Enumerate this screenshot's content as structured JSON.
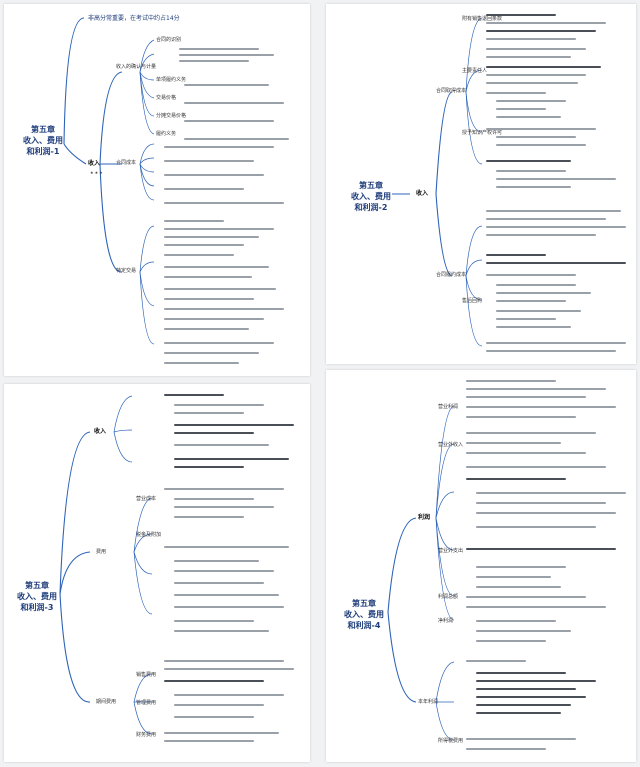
{
  "pages": [
    {
      "title": "第五章\n收入、费用\n和利润-1",
      "note": "非高分常重要，在考试中约占14分",
      "stars": "★★★",
      "branches": [
        "收入",
        "收入的确认与计量",
        "合同的识别",
        "单项履约义务",
        "交易价格",
        "分摊交易价格",
        "履约义务",
        "合同成本",
        "特定交易"
      ]
    },
    {
      "title": "第五章\n收入、费用\n和利润-2",
      "branches": [
        "收入",
        "合同取得成本",
        "合同履约成本",
        "附有销售退回条款",
        "主要责任人",
        "授予知识产权许可",
        "售后回购"
      ]
    },
    {
      "title": "第五章\n收入、费用\n和利润-3",
      "branches": [
        "收入",
        "费用",
        "营业成本",
        "税金及附加",
        "期间费用",
        "销售费用",
        "管理费用",
        "财务费用"
      ]
    },
    {
      "title": "第五章\n收入、费用\n和利润-4",
      "branches": [
        "利润",
        "营业利润",
        "利润总额",
        "净利润",
        "营业外收入",
        "营业外支出",
        "所得税费用",
        "本年利润"
      ]
    }
  ]
}
